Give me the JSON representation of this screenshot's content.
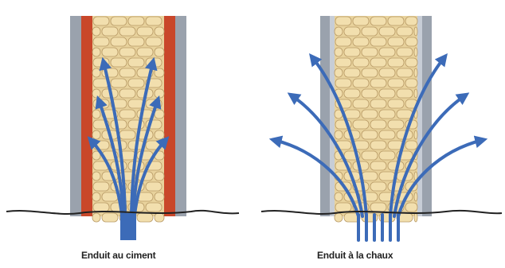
{
  "colors": {
    "background": "#ffffff",
    "stone_fill": "#f2dfae",
    "stone_stroke": "#b89a66",
    "mortar": "#e8d29c",
    "cement_render": "#c9472a",
    "render_outer_gray": "#9aa2ad",
    "arrow_blue": "#3c6bb8",
    "ground_line": "#222222"
  },
  "panels": {
    "left": {
      "caption": "Enduit au ciment",
      "render_type": "cement",
      "moisture_flow": "trapped-inside-wall",
      "arrow_count": 6
    },
    "right": {
      "caption": "Enduit à la chaux",
      "render_type": "lime",
      "moisture_flow": "escapes-through-wall",
      "arrow_count": 6
    }
  },
  "icons": {
    "wall": "stone-wall-cross-section",
    "arrows": "moisture-arrows",
    "ground": "ground-line"
  }
}
